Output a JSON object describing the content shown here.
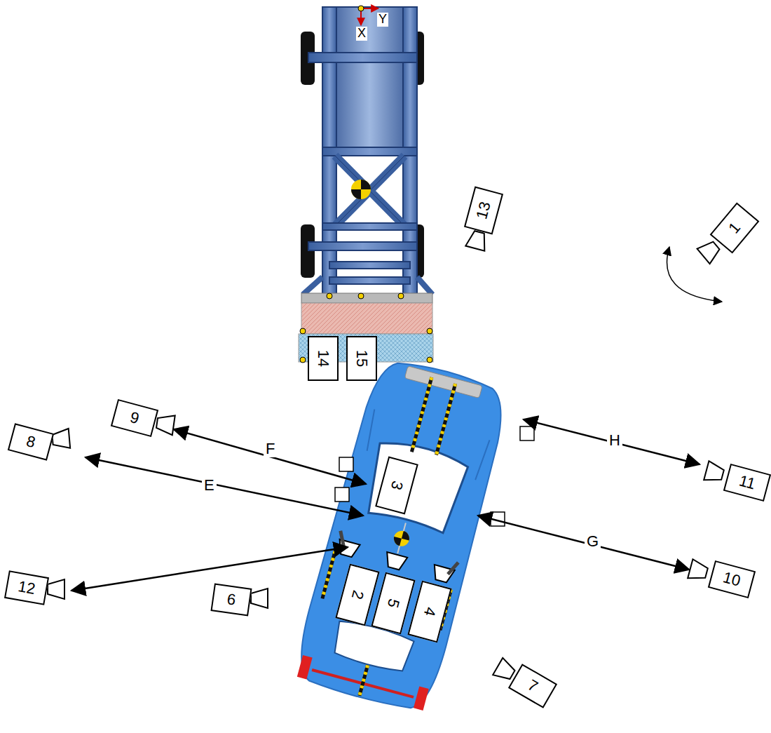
{
  "diagram": {
    "nodes": [
      {
        "text": [
          "13"
        ]
      },
      {
        "text": [
          "1"
        ]
      },
      {
        "text": [
          "14"
        ]
      },
      {
        "text": [
          "15"
        ]
      },
      {
        "text": [
          "9"
        ]
      },
      {
        "text": [
          "8"
        ]
      },
      {
        "text": [
          "11"
        ]
      },
      {
        "text": [
          "3"
        ]
      },
      {
        "text": [
          "10"
        ]
      },
      {
        "text": [
          "12"
        ]
      },
      {
        "text": [
          "2"
        ]
      },
      {
        "text": [
          "5"
        ]
      },
      {
        "text": [
          "4"
        ]
      },
      {
        "text": [
          "6"
        ]
      },
      {
        "text": [
          "7"
        ]
      }
    ],
    "labels": [
      "Y",
      "X",
      "F",
      "E",
      "H",
      "G"
    ]
  }
}
